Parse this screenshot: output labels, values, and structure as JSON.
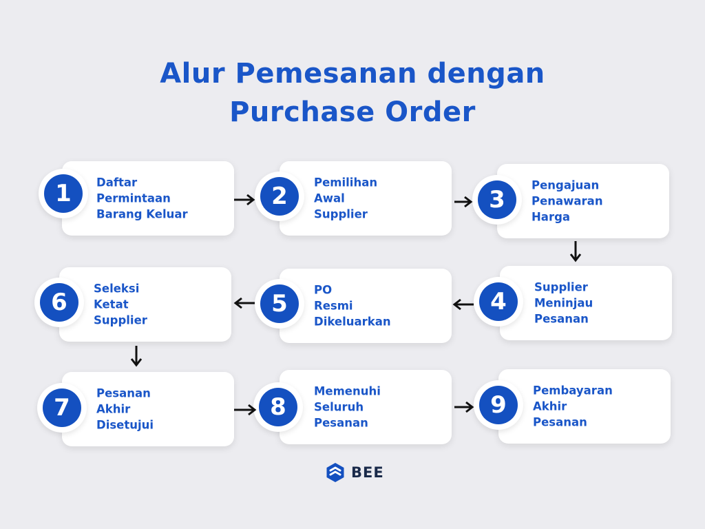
{
  "title": {
    "line1": "Alur Pemesanan dengan",
    "line2": "Purchase Order"
  },
  "steps": [
    {
      "number": "1",
      "label": "Daftar\nPermintaan\nBarang Keluar"
    },
    {
      "number": "2",
      "label": "Pemilihan\nAwal\nSupplier"
    },
    {
      "number": "3",
      "label": "Pengajuan\nPenawaran\nHarga"
    },
    {
      "number": "4",
      "label": "Supplier\nMeninjau\nPesanan"
    },
    {
      "number": "5",
      "label": "PO\nResmi\nDikeluarkan"
    },
    {
      "number": "6",
      "label": "Seleksi\nKetat\nSupplier"
    },
    {
      "number": "7",
      "label": "Pesanan\nAkhir\nDisetujui"
    },
    {
      "number": "8",
      "label": "Memenuhi\nSeluruh\nPesanan"
    },
    {
      "number": "9",
      "label": "Pembayaran\nAkhir\nPesanan"
    }
  ],
  "arrows": [
    "right",
    "right",
    "down",
    "left",
    "left",
    "down",
    "right",
    "right"
  ],
  "brand": {
    "name": "BEE",
    "icon": "bee-logo-icon"
  },
  "colors": {
    "primary": "#1450c0",
    "text": "#1a56c8",
    "background": "#ececf0",
    "card": "#ffffff"
  }
}
